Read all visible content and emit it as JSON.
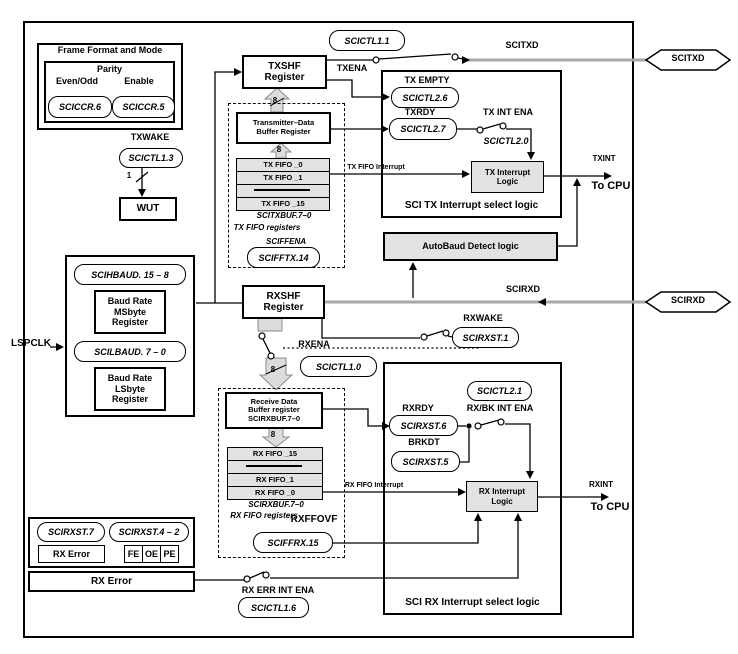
{
  "frame_format": {
    "title": "Frame Format and Mode",
    "parity": "Parity",
    "even_odd": "Even/Odd",
    "enable": "Enable",
    "reg_even_odd": "SCICCR.6",
    "reg_enable": "SCICCR.5"
  },
  "txwake": {
    "label": "TXWAKE",
    "reg": "SCICTL1.3",
    "bus_width": "1",
    "wut": "WUT"
  },
  "baud": {
    "lspclk": "LSPCLK",
    "hbaud_reg": "SCIHBAUD. 15 – 8",
    "msbyte": "Baud Rate\nMSbyte\nRegister",
    "lbaud_reg": "SCILBAUD. 7 – 0",
    "lsbyte": "Baud Rate\nLSbyte\nRegister"
  },
  "txshf": {
    "title": "TXSHF\nRegister",
    "ena_reg": "SCICTL1.1",
    "ena_label": "TXENA",
    "bus8": "8"
  },
  "tx_fifo": {
    "buffer": "Transmitter–Data\nBuffer Register",
    "bus8": "8",
    "rows": [
      "TX FIFO _0",
      "TX FIFO _1",
      "",
      "TX FIFO _15"
    ],
    "buf_reg": "SCITXBUF.7–0",
    "caption": "TX FIFO registers",
    "ffena": "SCIFFENA",
    "fftx": "SCIFFTX.14",
    "interrupt": "TX FIFO Interrupt"
  },
  "tx_select": {
    "title": "SCI TX Interrupt select logic",
    "tx_empty": "TX EMPTY",
    "tx_empty_reg": "SCICTL2.6",
    "txrdy": "TXRDY",
    "txrdy_reg": "SCICTL2.7",
    "int_ena": "TX INT ENA",
    "int_ena_reg": "SCICTL2.0",
    "logic": "TX Interrupt\nLogic"
  },
  "autobaud": {
    "label": "AutoBaud Detect logic"
  },
  "rxshf": {
    "title": "RXSHF\nRegister",
    "wake_label": "RXWAKE",
    "wake_reg": "SCIRXST.1",
    "ena_label": "RXENA",
    "ena_reg": "SCICTL1.0",
    "bus8": "8"
  },
  "rx_fifo": {
    "buffer": "Receive Data\nBuffer register\nSCIRXBUF.7–0",
    "bus8": "8",
    "rows": [
      "RX FIFO _15",
      "",
      "RX FIFO_1",
      "RX FIFO _0"
    ],
    "buf_reg": "SCIRXBUF.7–0",
    "caption": "RX FIFO registers",
    "ovf": "RXFFOVF",
    "ffrx": "SCIFFRX.15",
    "interrupt": "RX FIFO Interrupt"
  },
  "rx_select": {
    "title": "SCI RX Interrupt select logic",
    "rxrdy": "RXRDY",
    "rxrdy_reg": "SCIRXST.6",
    "int_ena_reg": "SCICTL2.1",
    "int_ena": "RX/BK INT ENA",
    "brkdt": "BRKDT",
    "brkdt_reg": "SCIRXST.5",
    "logic": "RX Interrupt\nLogic"
  },
  "rx_error": {
    "st7": "SCIRXST.7",
    "rx_error_small": "RX Error",
    "st42": "SCIRXST.4 – 2",
    "fe": "FE",
    "oe": "OE",
    "pe": "PE",
    "rx_error_wide": "RX Error",
    "err_int_ena": "RX ERR INT ENA",
    "err_reg": "SCICTL1.6"
  },
  "signals": {
    "scitxd_line": "SCITXD",
    "scitxd_pad": "SCITXD",
    "scirxd_line": "SCIRXD",
    "scirxd_pad": "SCIRXD",
    "txint": "TXINT",
    "to_cpu_tx": "To CPU",
    "rxint": "RXINT",
    "to_cpu_rx": "To CPU"
  },
  "colors": {
    "gray_fill": "#e2e2e2",
    "signal_gray": "#a8a8a8"
  }
}
